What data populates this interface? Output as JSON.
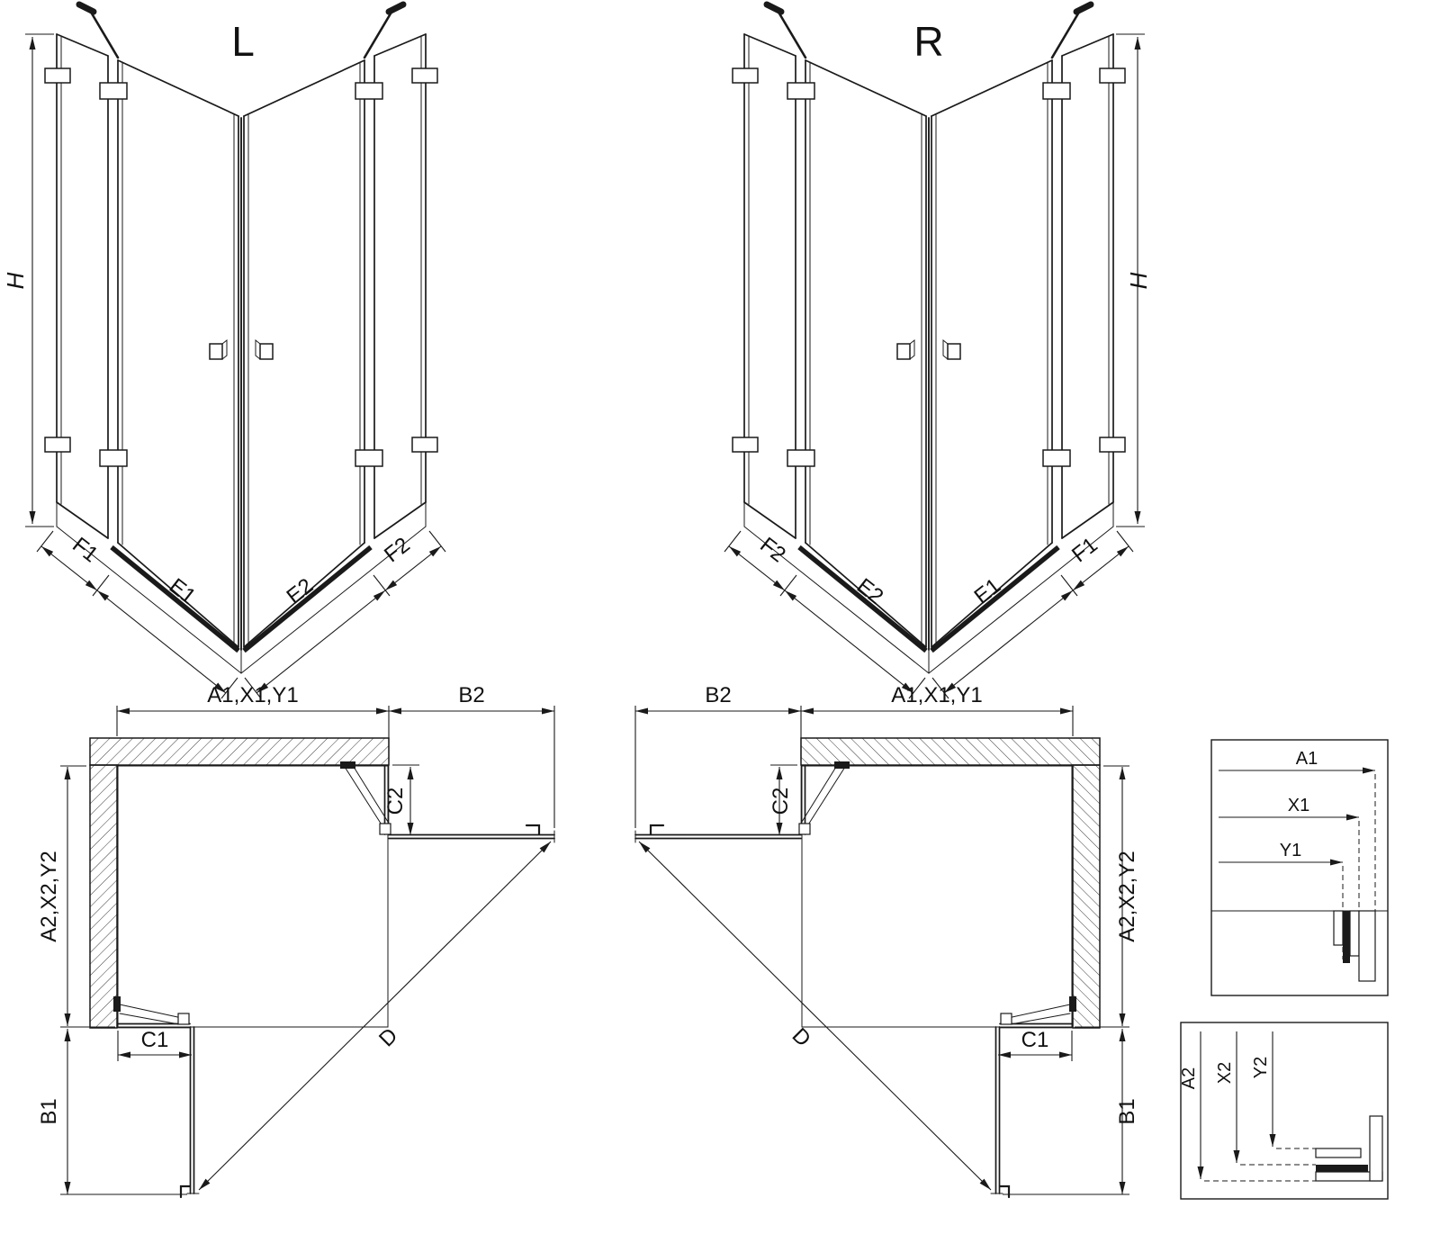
{
  "views": {
    "persp_left": {
      "title": "L",
      "h": "H",
      "f1": "F1",
      "e1": "E1",
      "e2": "E2",
      "f2": "F2"
    },
    "persp_right": {
      "title": "R",
      "h": "H",
      "f1": "F1",
      "e1": "E1",
      "e2": "E2",
      "f2": "F2"
    },
    "plan_left": {
      "a1": "A1,X1,Y1",
      "b2": "B2",
      "c2": "C2",
      "a2": "A2,X2,Y2",
      "b1": "B1",
      "c1": "C1",
      "d": "D"
    },
    "plan_right": {
      "a1": "A1,X1,Y1",
      "b2": "B2",
      "c2": "C2",
      "a2": "A2,X2,Y2",
      "b1": "B1",
      "c1": "C1",
      "d": "D"
    },
    "detail_top": {
      "a1": "A1",
      "x1": "X1",
      "y1": "Y1"
    },
    "detail_bottom": {
      "a2": "A2",
      "x2": "X2",
      "y2": "Y2"
    }
  },
  "colors": {
    "line": "#1a1a1a",
    "background": "#ffffff"
  }
}
